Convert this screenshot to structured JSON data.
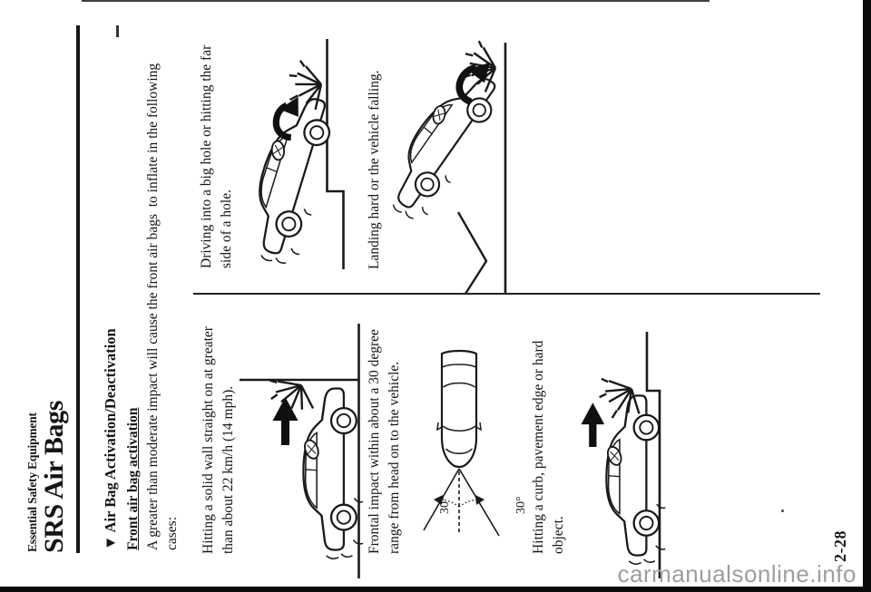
{
  "header": {
    "kicker": "Essential Safety Equipment",
    "title": "SRS Air Bags"
  },
  "section": {
    "heading": "▼ Air Bag Activation/Deactivation",
    "subheading": "Front air bag activation",
    "intro_line1": "A greater than moderate impact will cause the front air bags  to inflate in the following",
    "intro_line2": "cases:"
  },
  "figures": {
    "wall": {
      "line1": "Hitting a solid wall straight on at greater",
      "line2": "than about 22 km/h (14 mph)."
    },
    "hole": {
      "line1": "Driving into a big hole or hitting the far",
      "line2": "side of a hole."
    },
    "frontal": {
      "line1": "Frontal impact within about a 30 degree",
      "line2": "range from head on to the vehicle.",
      "angle_upper": "30°",
      "angle_lower": "30°"
    },
    "landing": {
      "line1": "Landing hard or the vehicle falling."
    },
    "curb": {
      "line1": "Hitting a curb, pavement edge or hard",
      "line2": "object."
    }
  },
  "footer": {
    "page_number": "2-28"
  },
  "watermark": "carmanualsonline.info",
  "colors": {
    "ink": "#151515",
    "paper": "#ffffff",
    "watermark_gray": "#9e9e9e",
    "scan_edge": "#0b0b0b"
  }
}
